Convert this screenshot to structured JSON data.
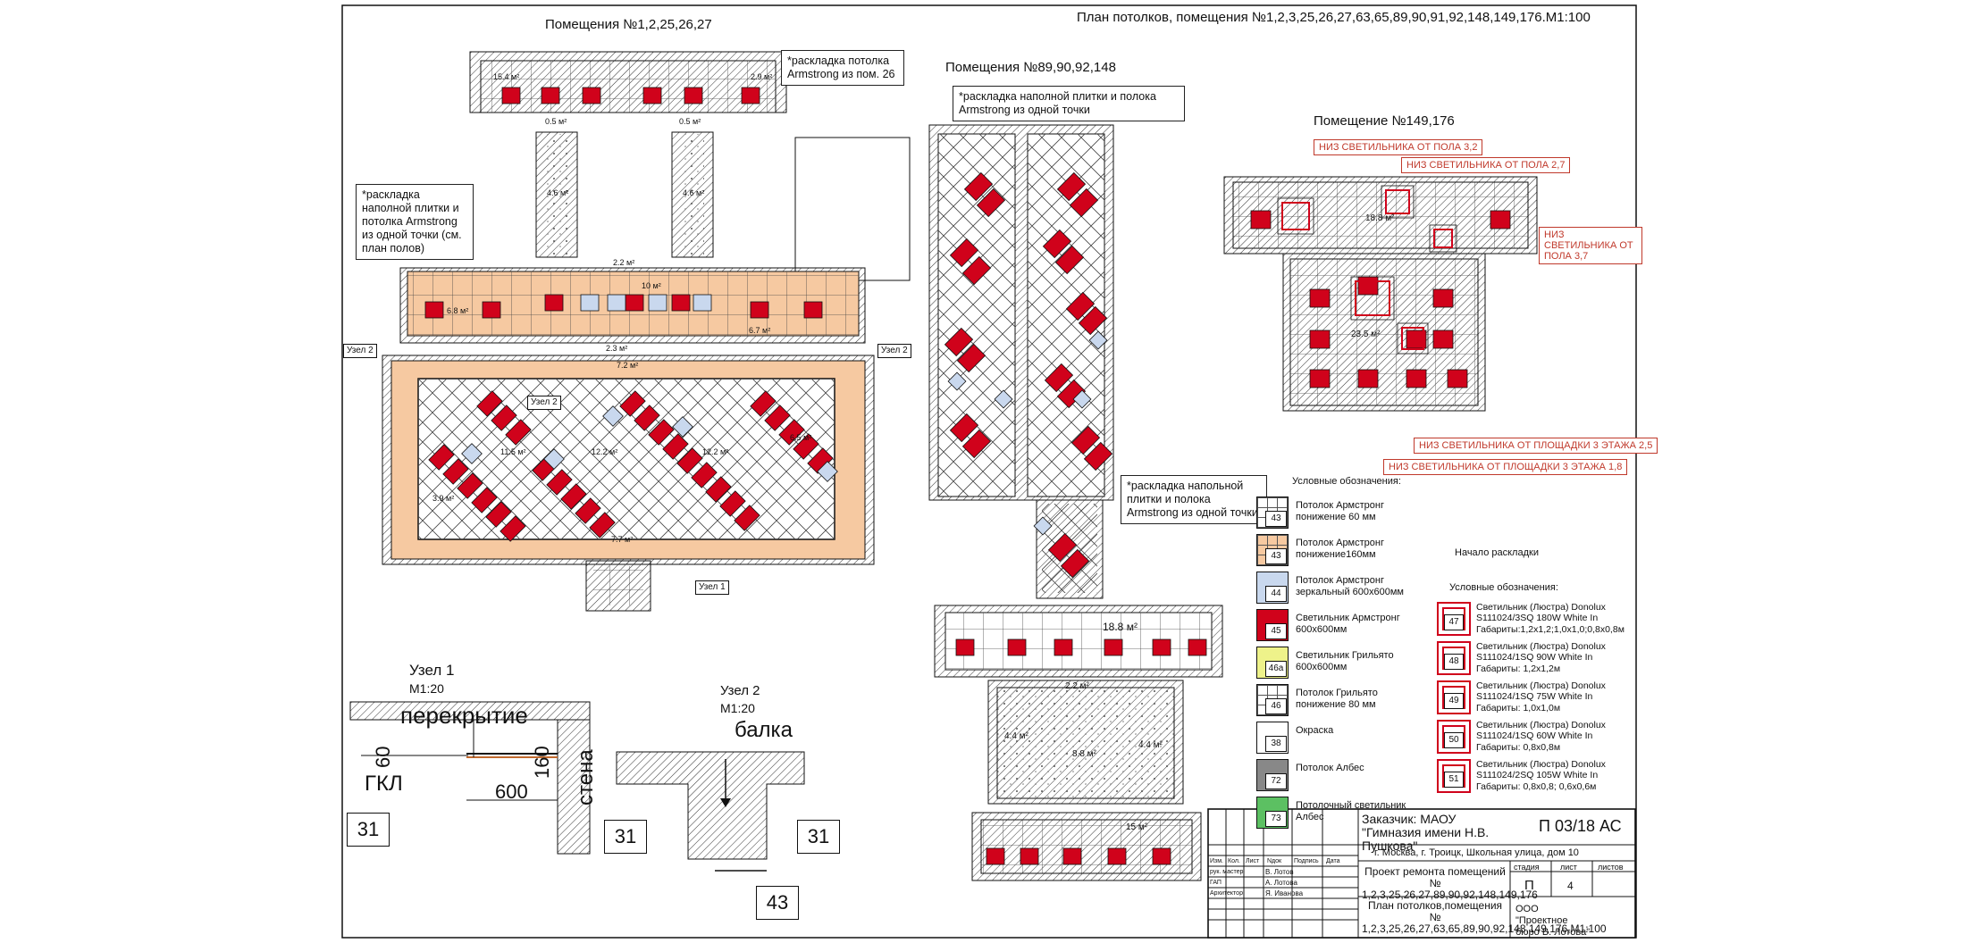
{
  "header": {
    "title": "План потолков, помещения №1,2,3,25,26,27,63,65,89,90,91,92,148,149,176.М1:100"
  },
  "blocks": {
    "b1": "Помещения №1,2,25,26,27",
    "b2": "Помещения №89,90,92,148",
    "b3": "Помещение №149,176"
  },
  "notes": {
    "n1": "*раскладка потолка Armstrong из пом. 26",
    "n2": "*раскладка наполной плитки и потолка Armstrong из одной точки (см. план полов)",
    "n3": "*раскладка наполной плитки и полока Armstrong из одной точки",
    "n4": "*раскладка напольной плитки и полока Armstrong из одной точки"
  },
  "heights": {
    "h1": "НИЗ СВЕТИЛЬНИКА ОТ ПОЛА 3,2",
    "h2": "НИЗ СВЕТИЛЬНИКА ОТ ПОЛА 2,7",
    "h3": "НИЗ СВЕТИЛЬНИКА ОТ ПОЛА 3,7",
    "h4": "НИЗ СВЕТИЛЬНИКА ОТ ПЛОЩАДКИ 3 ЭТАЖА 2,5",
    "h5": "НИЗ СВЕТИЛЬНИКА ОТ ПЛОЩАДКИ 3 ЭТАЖА 1,8"
  },
  "areas": {
    "a1": "15.4 м²",
    "a2": "0.5 м²",
    "a3": "0.5 м²",
    "a4": "4.6 м²",
    "a5": "4.6 м²",
    "a6": "2.2 м²",
    "a7": "10 м²",
    "a8": "6.8 м²",
    "a9": "6.7 м²",
    "a10": "2.3 м²",
    "a11": "7.2 м²",
    "a12": "11.5 м²",
    "a13": "12.2 м²",
    "a14": "12.2 м²",
    "a15": "6.5 м²",
    "a16": "3.9 м²",
    "a17": "7.7 м²",
    "a18": "2.9 м²",
    "a19": "18.8 м²",
    "a20": "2.2 м²",
    "a21": "23.5 м²",
    "a22": "18.8 м²",
    "a23": "8.8 м²",
    "a24": "15 м²",
    "a25": "4.4 м²",
    "a26": "4.4 м²"
  },
  "labels": {
    "node2a": "Узел 2",
    "node2b": "Узел 2",
    "node2c": "Узел 2",
    "node1a": "Узел 1",
    "start": "Начало раскладки"
  },
  "legend1": {
    "title": "Условные обозначения:",
    "items": [
      {
        "tag": "43",
        "text": "Потолок Армстронг понижение 60 мм"
      },
      {
        "tag": "43",
        "text": "Потолок Армстронг понижение160мм"
      },
      {
        "tag": "44",
        "text": "Потолок Армстронг зеркальный 600х600мм"
      },
      {
        "tag": "45",
        "text": "Светильник Армстронг 600х600мм"
      },
      {
        "tag": "46а",
        "text": "Светильник Грильято 600х600мм"
      },
      {
        "tag": "46",
        "text": "Потолок Грильято понижение 80 мм"
      },
      {
        "tag": "38",
        "text": "Окраска"
      },
      {
        "tag": "72",
        "text": "Потолок Албес"
      },
      {
        "tag": "73",
        "text": "Потолочный светильник Албес"
      }
    ]
  },
  "legend2": {
    "title": "Условные обозначения:",
    "items": [
      {
        "tag": "47",
        "text": "Светильник (Люстра) Donolux S111024/3SQ 180W White In",
        "dim": "Габариты:1,2х1,2;1,0х1,0;0,8х0,8м"
      },
      {
        "tag": "48",
        "text": "Светильник (Люстра) Donolux S111024/1SQ 90W White In",
        "dim": "Габариты: 1,2х1,2м"
      },
      {
        "tag": "49",
        "text": "Светильник (Люстра) Donolux S111024/1SQ 75W White In",
        "dim": "Габариты: 1,0х1,0м"
      },
      {
        "tag": "50",
        "text": "Светильник (Люстра) Donolux S111024/1SQ 60W White In",
        "dim": "Габариты: 0,8х0,8м"
      },
      {
        "tag": "51",
        "text": "Светильник (Люстра) Donolux S111024/2SQ 105W White In",
        "dim": "Габариты: 0,8х0,8; 0,6х0,6м"
      }
    ]
  },
  "details": {
    "u1_title": "Узел 1",
    "u1_scale": "М1:20",
    "u1_slab": "перекрытие",
    "u1_gkl": "ГКЛ",
    "u1_wall": "стена",
    "u1_d60": "60",
    "u1_d160": "160",
    "u1_d600": "600",
    "u1_tag": "31",
    "u2_title": "Узел 2",
    "u2_scale": "М1:20",
    "u2_beam": "балка",
    "u2_tag_l": "31",
    "u2_tag_r": "31",
    "u2_tag_b": "43"
  },
  "stamp": {
    "customer": "Заказчик: МАОУ \"Гимназия имени Н.В. Пушкова\"",
    "code": "П 03/18 АС",
    "address": "г. Москва, г. Троицк, Школьная улица, дом 10",
    "project": "Проект ремонта помещений № 1,2,3,25,26,27,89,90,92,148,149,176",
    "sheet_title": "План потолков,помещения № 1,2,3,25,26,27,63,65,89,90,92,148,149,176,М1:100",
    "org": "ООО \"Проектное бюро В. Лотова\"",
    "h_izm": "Изм.",
    "h_kol": "Кол.",
    "h_list": "Лист",
    "h_ndok": "Nдок",
    "h_podp": "Подпись",
    "h_data": "Дата",
    "r1_role": "рук. мастер",
    "r1_name": "В. Лотов",
    "r2_role": "ГАП",
    "r2_name": "А. Лотова",
    "r3_role": "Архитектор",
    "r3_name": "Я. Иванова",
    "stage_h": "стадия",
    "list_h": "лист",
    "lists_h": "листов",
    "stage": "П",
    "list": "4",
    "lists": ""
  },
  "colors": {
    "red": "#d0021b",
    "orange": "#f6c9a1",
    "blue": "#c9d8ee",
    "hatch": "#555555"
  }
}
